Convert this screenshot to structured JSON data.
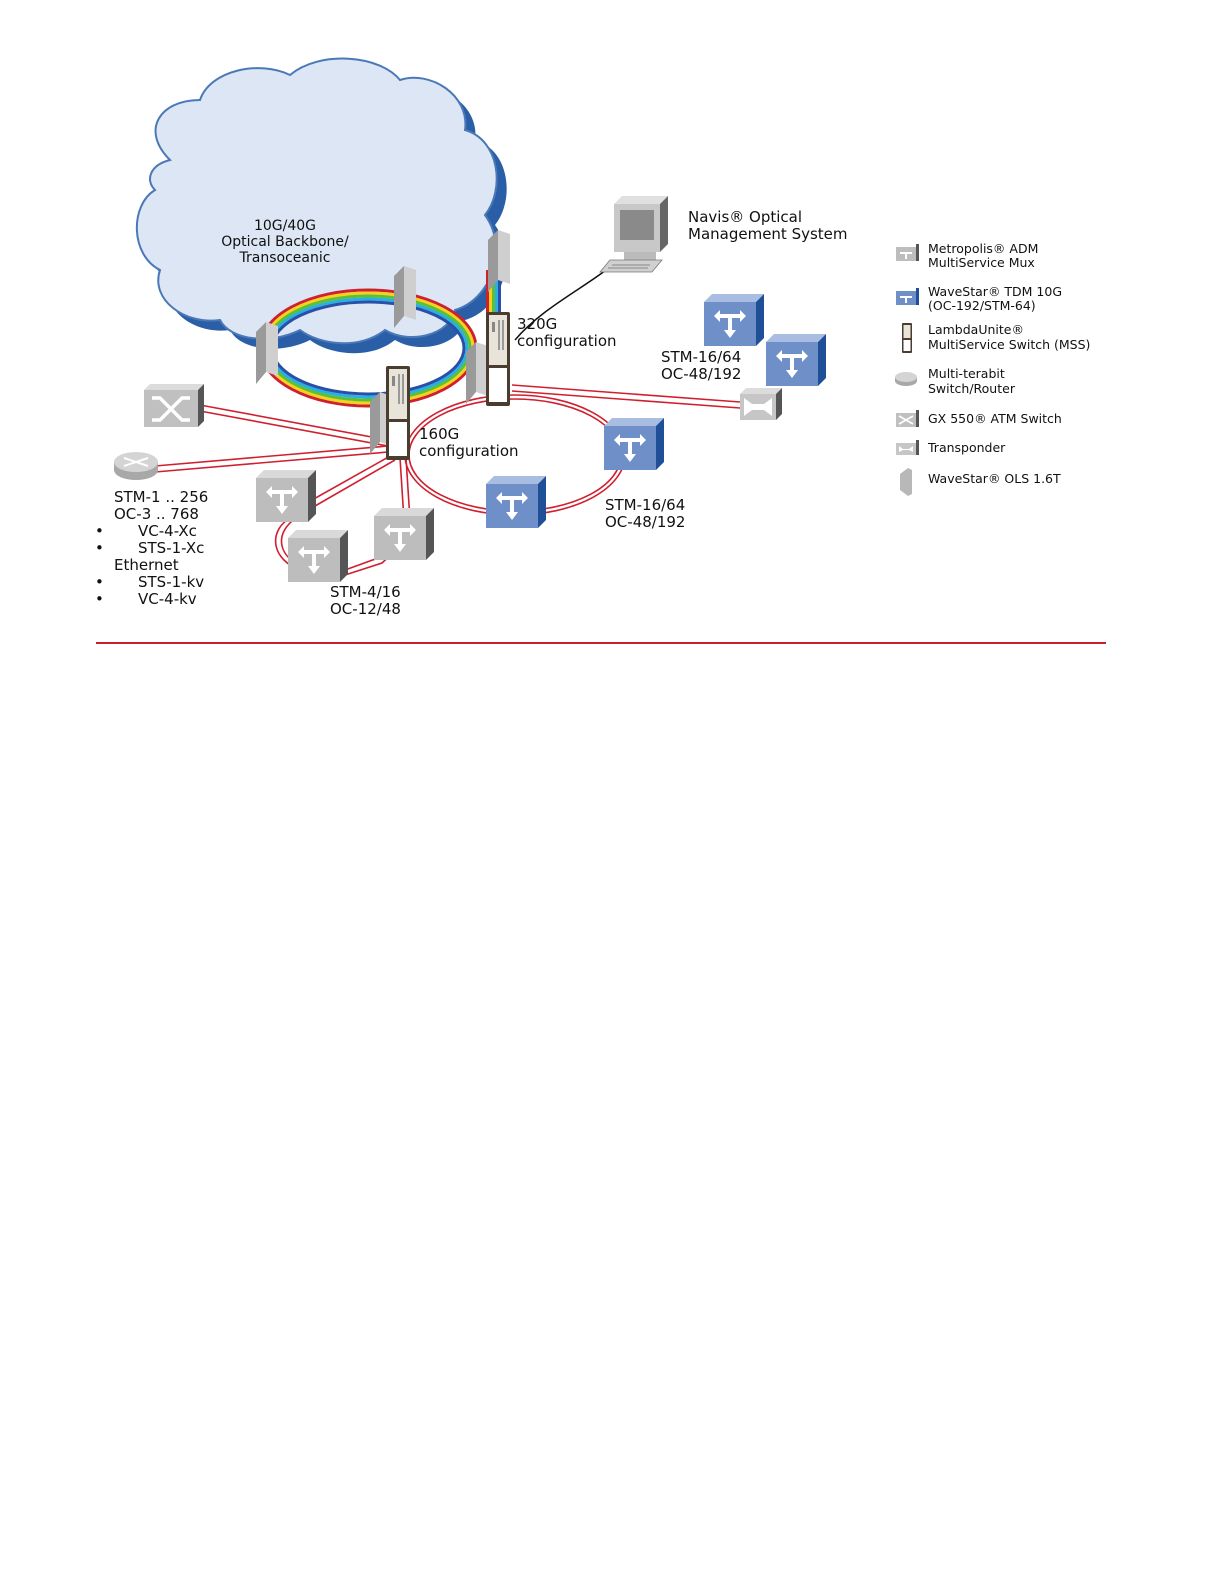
{
  "colors": {
    "cloud_fill": "#dde6f4",
    "cloud_edge": "#3f6fb0",
    "fiber_red": "#d0202f",
    "adm_gray": "#bdbdbd",
    "wavestar_blue": "#6f8fc8",
    "divider": "#c8202f"
  },
  "cloud": {
    "line1": "10G/40G",
    "line2": "Optical Backbone/",
    "line3": "Transoceanic"
  },
  "nms": {
    "line1": "Navis® Optical",
    "line2": "Management System"
  },
  "nodes": {
    "mss_320": {
      "line1": "320G",
      "line2": "configuration"
    },
    "mss_160": {
      "line1": "160G",
      "line2": "configuration"
    }
  },
  "ring_labels": {
    "upper_right": {
      "line1": "STM-16/64",
      "line2": "OC-48/192"
    },
    "lower_right": {
      "line1": "STM-16/64",
      "line2": "OC-48/192"
    },
    "lower_left": {
      "line1": "STM-4/16",
      "line2": "OC-12/48"
    }
  },
  "interfaces": {
    "line1": "STM-1 .. 256",
    "line2": "OC-3 .. 768",
    "bullets_a": [
      "VC-4-Xc",
      "STS-1-Xc"
    ],
    "mid": "Ethernet",
    "bullets_b": [
      "STS-1-kv",
      "VC-4-kv"
    ],
    "bullet_glyph": "•"
  },
  "legend": [
    {
      "icon": "metropolis-adm-icon",
      "line1": "Metropolis® ADM",
      "line2": "MultiService Mux"
    },
    {
      "icon": "wavestar-tdm-icon",
      "line1": "WaveStar® TDM 10G",
      "line2": "(OC-192/STM-64)"
    },
    {
      "icon": "lambdaunite-mss-icon",
      "line1": "LambdaUnite®",
      "line2": "MultiService Switch (MSS)"
    },
    {
      "icon": "router-icon",
      "line1": "Multi-terabit",
      "line2": "Switch/Router"
    },
    {
      "icon": "atm-switch-icon",
      "line1": "GX 550® ATM Switch",
      "line2": ""
    },
    {
      "icon": "transponder-icon",
      "line1": "Transponder",
      "line2": ""
    },
    {
      "icon": "ols-icon",
      "line1": "WaveStar® OLS 1.6T",
      "line2": ""
    }
  ]
}
